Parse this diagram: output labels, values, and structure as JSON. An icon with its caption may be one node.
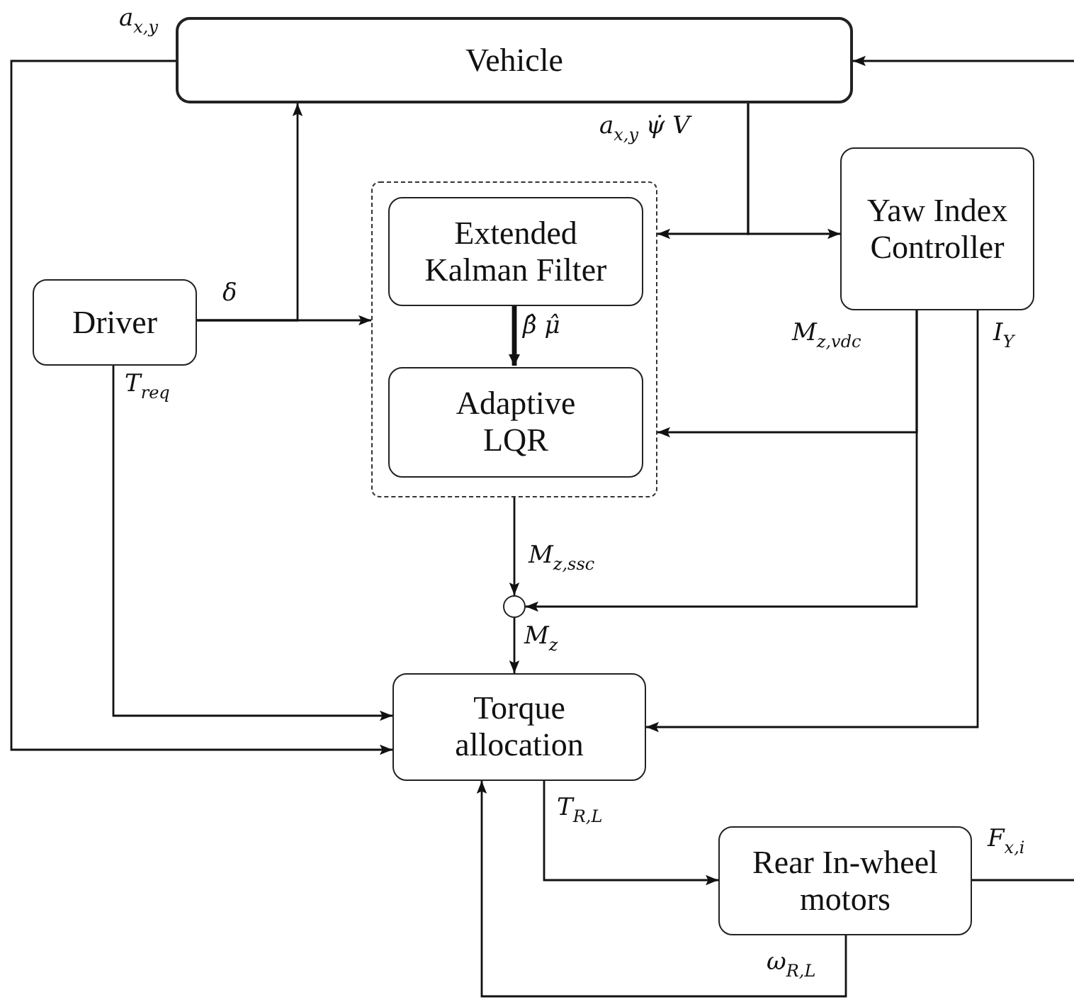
{
  "diagram": {
    "nodes": [
      {
        "text": [
          "Vehicle"
        ]
      },
      {
        "text": [],
        "shape": "box"
      },
      {
        "text": [
          "Extended Kalman Filter"
        ],
        "in": 1
      },
      {
        "text": [
          "Adaptive LQR"
        ],
        "in": 1
      },
      {
        "text": [
          "Yaw Index Controller"
        ]
      },
      {
        "text": [
          "Driver"
        ]
      },
      {
        "text": [],
        "shape": "circle"
      },
      {
        "text": [
          "Torque allocation"
        ]
      },
      {
        "text": [
          "Rear In-wheel motors"
        ]
      }
    ],
    "edges": [
      {
        "from": 5,
        "to": 0,
        "arrow": "to"
      },
      {
        "from": 5,
        "to": 1,
        "arrow": "to",
        "label": "δ"
      },
      {
        "from": 0,
        "to": 1,
        "arrow": "to",
        "label": "a$_{x,y}$ ψ̇  V"
      },
      {
        "from": 0,
        "to": 4,
        "arrow": "to"
      },
      {
        "from": 2,
        "to": 3,
        "arrow": "to",
        "style": "thick",
        "label": "β̂  μ̂"
      },
      {
        "from": 4,
        "to": 1,
        "arrow": "to",
        "label": "M$_{z,vdc}$"
      },
      {
        "from": 4,
        "to": 6,
        "arrow": "to"
      },
      {
        "from": 1,
        "to": 6,
        "arrow": "to",
        "label": "M$_{z,ssc}$"
      },
      {
        "from": 6,
        "to": 7,
        "arrow": "to",
        "label": "M$_{z}$"
      },
      {
        "from": 5,
        "to": 7,
        "arrow": "to",
        "label": "T$_{req}$"
      },
      {
        "from": 0,
        "to": 7,
        "arrow": "to",
        "label": "a$_{x,y}$"
      },
      {
        "from": 4,
        "to": 7,
        "arrow": "to",
        "label": "I$_{Y}$"
      },
      {
        "from": 7,
        "to": 8,
        "arrow": "to",
        "label": "T$_{R,L}$"
      },
      {
        "from": 8,
        "to": 7,
        "arrow": "to",
        "label": "ω$_{R,L}$"
      },
      {
        "from": 8,
        "to": null,
        "arrow": "none",
        "label": "F$_{x,i}$"
      },
      {
        "from": null,
        "to": 0,
        "arrow": "to"
      }
    ]
  }
}
